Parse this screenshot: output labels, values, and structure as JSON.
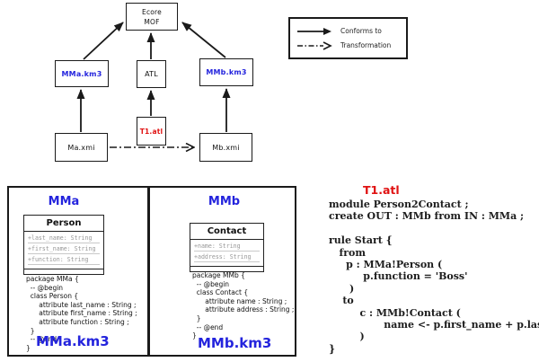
{
  "colors": {
    "accent_blue": "#2424dd",
    "accent_red": "#e01212",
    "attr_grey": "#979797",
    "line_black": "#1a1a1a"
  },
  "diagram": {
    "nodes": {
      "ecore_line1": "Ecore",
      "ecore_line2": "MOF",
      "mma_km3": "MMa.km3",
      "atl": "ATL",
      "mmb_km3": "MMb.km3",
      "ma_xmi": "Ma.xmi",
      "t1_atl": "T1.atl",
      "mb_xmi": "Mb.xmi"
    },
    "legend": {
      "conforms_to": "Conforms to",
      "transformation": "Transformation"
    }
  },
  "panel": {
    "mma": {
      "title": "MMa",
      "class_box": {
        "name": "Person",
        "attributes": [
          "+last_name: String",
          "+first_name: String",
          "+function: String"
        ]
      },
      "code": "package MMa {\n  -- @begin\n  class Person {\n      attribute last_name : String ;\n      attribute first_name : String ;\n      attribute function : String ;\n  }\n  -- @end\n}",
      "file_label": "MMa.km3"
    },
    "mmb": {
      "title": "MMb",
      "class_box": {
        "name": "Contact",
        "attributes": [
          "+name: String",
          "+address: String"
        ]
      },
      "code": "package MMb {\n  -- @begin\n  class Contact {\n      attribute name : String ;\n      attribute address : String ;\n  }\n  -- @end\n}",
      "file_label": "MMb.km3"
    }
  },
  "atl": {
    "title": "T1.atl",
    "code": "module Person2Contact ;\ncreate OUT : MMb from IN : MMa ;\n\nrule Start {\n   from\n     p : MMa!Person (\n          p.function = 'Boss'\n      )\n    to\n         c : MMb!Contact (\n                name <- p.first_name + p.last_name\n         )\n}"
  }
}
